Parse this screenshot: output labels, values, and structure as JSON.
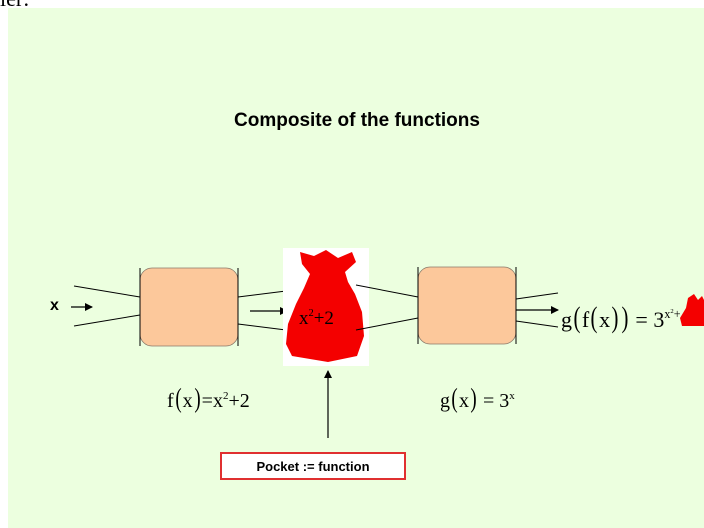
{
  "page": {
    "top_fragment": "ler:"
  },
  "title": "Composite of the functions",
  "input_label": "x",
  "f_function": {
    "name": "f",
    "arg": "x",
    "eq": "=",
    "base": "x",
    "exp": "2",
    "tail": "+2"
  },
  "pocket": {
    "expr_base": "x",
    "expr_exp": "2",
    "expr_tail": "+2",
    "box_label": "Pocket := function"
  },
  "g_function": {
    "name": "g",
    "arg": "x",
    "eq": "=",
    "base": "3",
    "exp": "x"
  },
  "output": {
    "outer": "g",
    "inner": "f",
    "arg": "x",
    "eq": "=",
    "base": "3",
    "exp": "x",
    "exp_sup": "2",
    "exp_tail": "+"
  },
  "colors": {
    "slide_background": "#ecffdf",
    "machine_fill": "#fcc89b",
    "pocket_fill": "#f40000",
    "pocket_border": "#e03030"
  }
}
